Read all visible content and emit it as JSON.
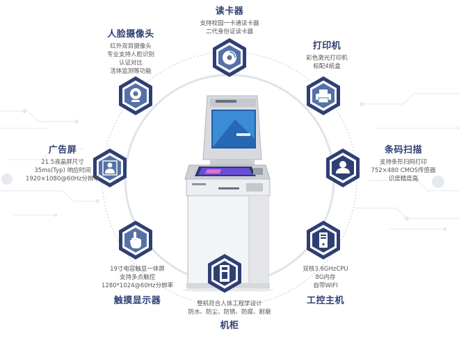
{
  "colors": {
    "hex_outer": "#2f3f73",
    "hex_inner": "#5571a6",
    "title": "#2f3f73",
    "text": "#555555",
    "ring": "#b8bfcc"
  },
  "features": {
    "card_reader": {
      "title": "读卡器",
      "lines": [
        "支持校园一卡通读卡器",
        "二代身份证读卡器"
      ],
      "icon": "disc-icon"
    },
    "printer": {
      "title": "打印机",
      "lines": [
        "彩色激光打印机",
        "标配4纸盒"
      ],
      "icon": "printer-icon"
    },
    "barcode": {
      "title": "条码扫描",
      "lines": [
        "支持条形扫码打印",
        "752×480 CMOS传感器",
        "识度精度高"
      ],
      "icon": "user-icon"
    },
    "industrial_pc": {
      "title": "工控主机",
      "lines": [
        "双核3.6GHzCPU",
        "8G内存",
        "自带WIFI"
      ],
      "icon": "pc-tower-icon"
    },
    "cabinet": {
      "title": "机柜",
      "lines": [
        "整机符合人体工程学设计",
        "防水、防尘、防锈、防腐、耐磨"
      ],
      "icon": "cabinet-icon"
    },
    "touch_display": {
      "title": "触摸显示器",
      "lines": [
        "19寸电容触显一体屏",
        "支持多点触控",
        "1280*1024@60Hz分辨率"
      ],
      "icon": "touch-hand-icon"
    },
    "ad_screen": {
      "title": "广告屏",
      "lines": [
        "21.5液晶屏尺寸",
        "35ms(Typ) 响应时间",
        "1920×1080@60Hz分辨率"
      ],
      "icon": "user-icon"
    },
    "face_camera": {
      "title": "人脸摄像头",
      "lines": [
        "红外双目摄像头",
        "专业支持人脸识别",
        "认证对比",
        "活体监测等功能"
      ],
      "icon": "webcam-icon"
    }
  }
}
